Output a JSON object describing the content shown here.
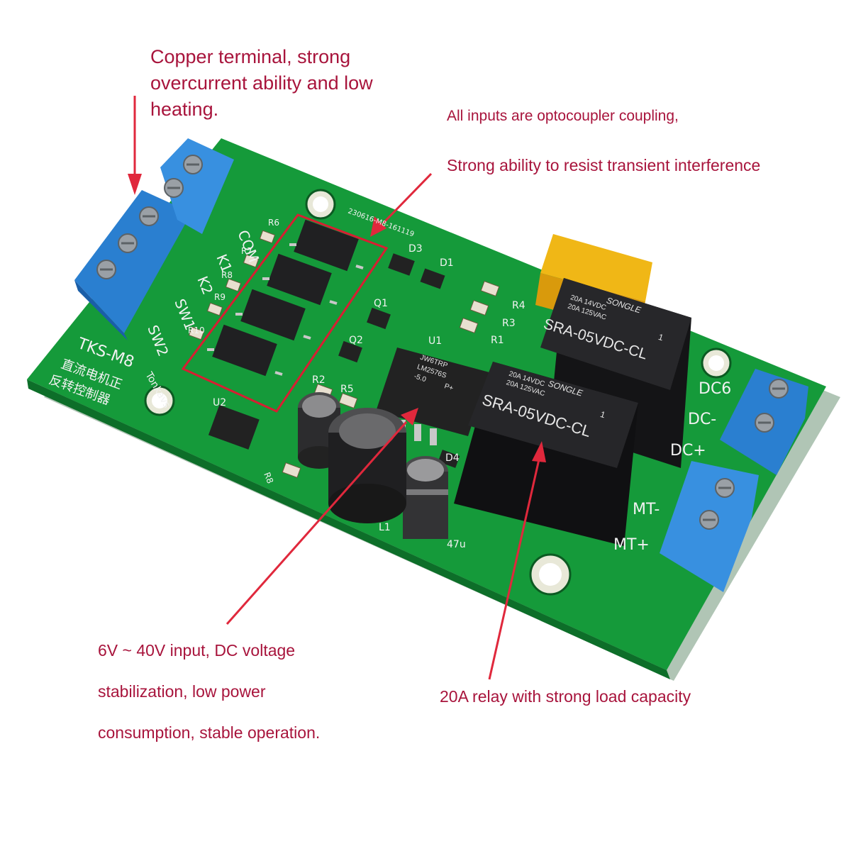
{
  "callouts": {
    "copper": [
      "Copper terminal, strong",
      "overcurrent ability and low",
      "heating."
    ],
    "optocoupler": [
      "All inputs are optocoupler coupling,",
      "Strong ability to resist transient interference"
    ],
    "voltage": [
      "6V ~ 40V input, DC voltage",
      "stabilization, low power",
      "consumption, stable operation."
    ],
    "relay": "20A relay with strong load capacity"
  },
  "board": {
    "model": "TKS-M8",
    "chinese_title": [
      "直流电机正",
      "反转控制器"
    ],
    "brand": "Tonkavs",
    "serial": "230616-M8-161119",
    "left_terminal_labels": [
      "COM",
      "K1",
      "K2",
      "SW1",
      "SW2"
    ],
    "right_terminal_labels": [
      "DC6",
      "DC-",
      "DC+",
      "MT-",
      "MT+"
    ],
    "resistor_labels": [
      "R6",
      "R7",
      "R8",
      "R9",
      "R10",
      "R2",
      "R5",
      "R4",
      "R3",
      "R1",
      "R8"
    ],
    "component_labels": [
      "D3",
      "D1",
      "Q1",
      "Q2",
      "U1",
      "U2",
      "D4",
      "L1",
      "47u"
    ],
    "regulator_text": [
      "JW6TRP",
      "LM2576S",
      "-5.0",
      "P+"
    ],
    "relay": {
      "brand": "SONGLE",
      "ratings": [
        "20A 14VDC",
        "20A 125VAC"
      ],
      "model": "SRA-05VDC-CL",
      "pin": "1"
    }
  },
  "colors": {
    "callout_text": "#a8143c",
    "arrow": "#e0283c",
    "highlight_box": "#d81e32",
    "pcb": "#159a3a",
    "terminal": "#2a7fd0",
    "relay": "#1c1c1e",
    "capacitor_x": "#f0b716"
  }
}
